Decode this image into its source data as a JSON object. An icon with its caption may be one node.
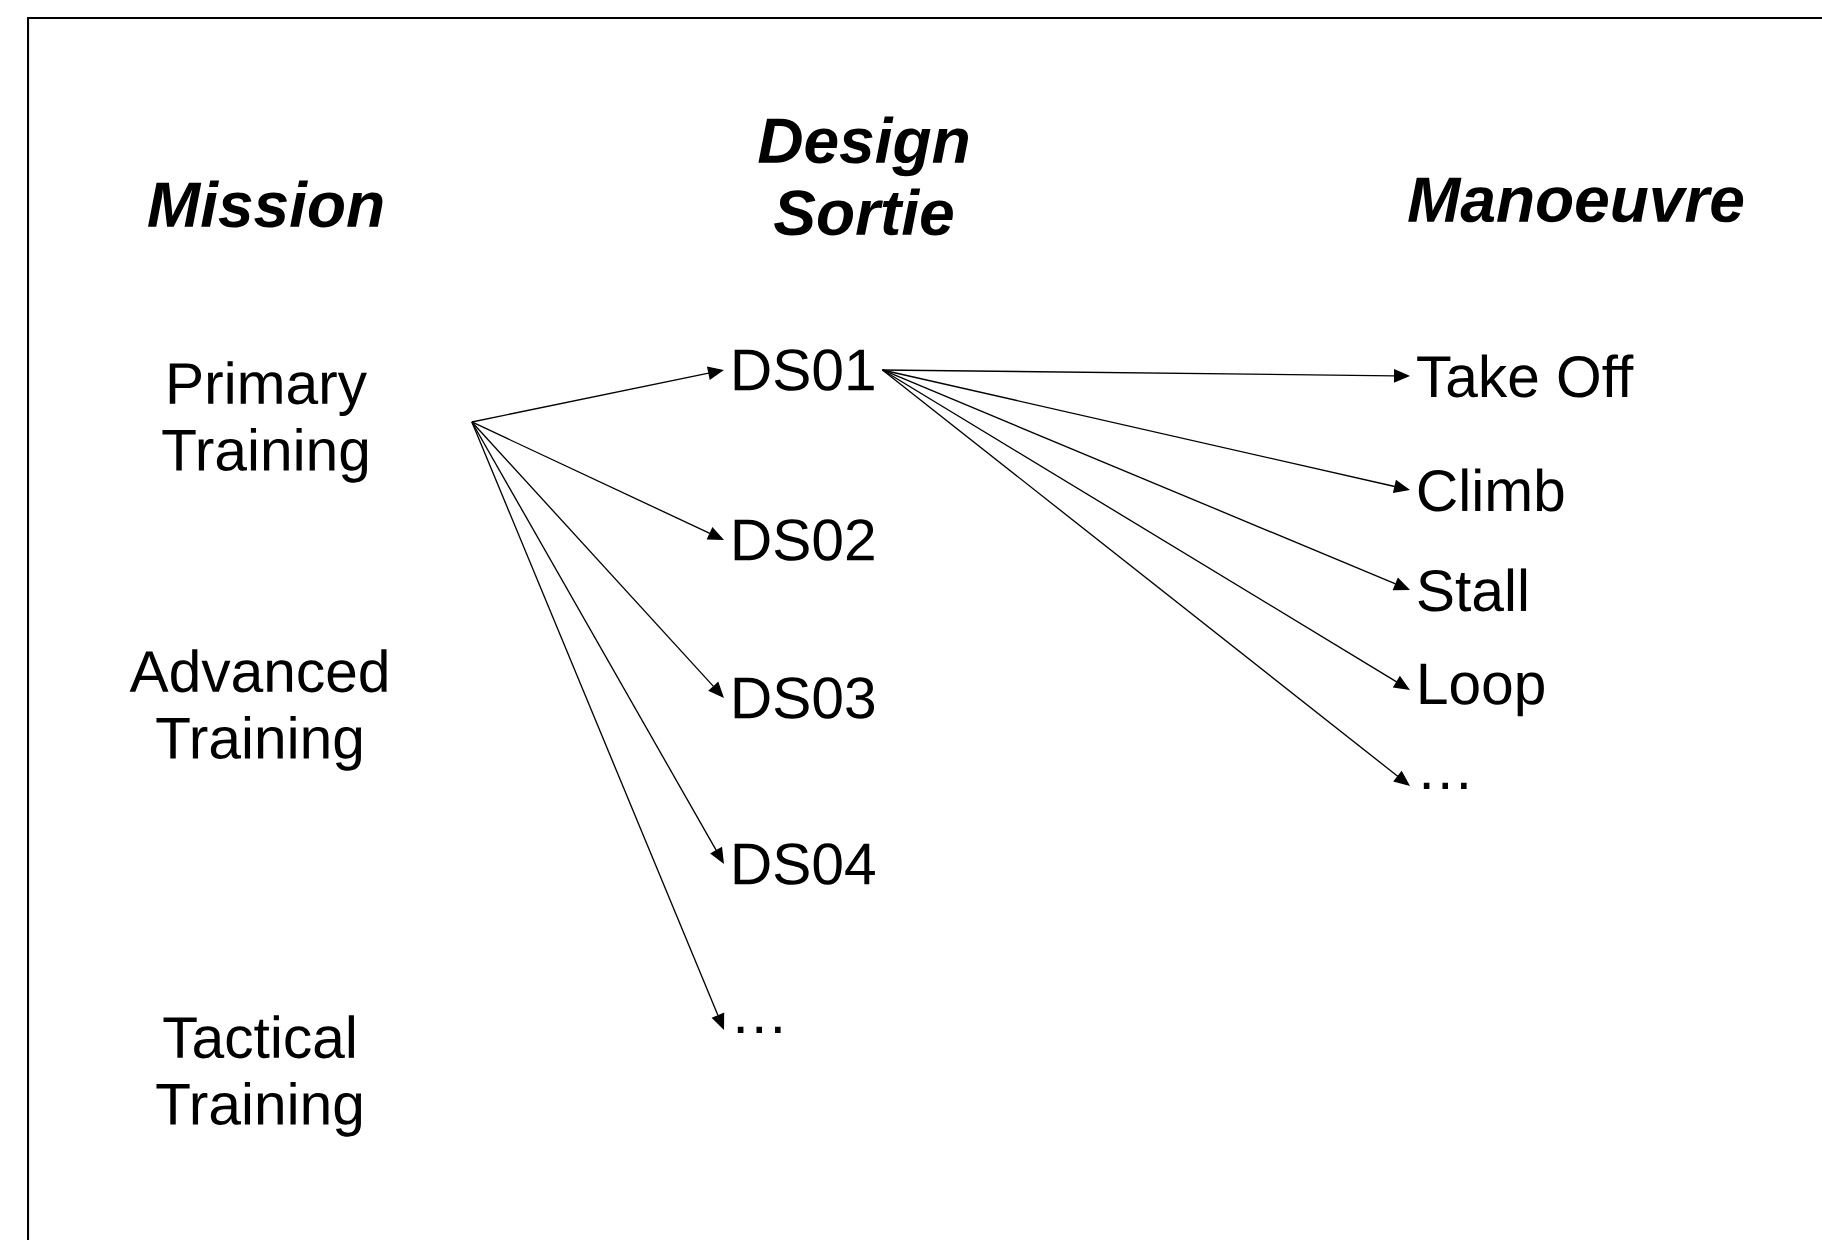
{
  "diagram": {
    "nodes": [
      {
        "text": [
          "Primary Training"
        ]
      },
      {
        "text": [
          "Advanced Training"
        ]
      },
      {
        "text": [
          "Tactical Training"
        ]
      },
      {
        "text": [
          "DS01"
        ]
      },
      {
        "text": [
          "DS02"
        ]
      },
      {
        "text": [
          "DS03"
        ]
      },
      {
        "text": [
          "DS04"
        ]
      },
      {
        "text": [
          "…"
        ]
      },
      {
        "text": [
          "Take Off"
        ]
      },
      {
        "text": [
          "Climb"
        ]
      },
      {
        "text": [
          "Stall"
        ]
      },
      {
        "text": [
          "Loop"
        ]
      },
      {
        "text": [
          "…"
        ]
      }
    ],
    "edges": [
      {
        "from": 0,
        "to": 3,
        "arrow": "to"
      },
      {
        "from": 0,
        "to": 4,
        "arrow": "to"
      },
      {
        "from": 0,
        "to": 5,
        "arrow": "to"
      },
      {
        "from": 0,
        "to": 6,
        "arrow": "to"
      },
      {
        "from": 0,
        "to": 7,
        "arrow": "to"
      },
      {
        "from": 3,
        "to": 8,
        "arrow": "to"
      },
      {
        "from": 3,
        "to": 9,
        "arrow": "to"
      },
      {
        "from": 3,
        "to": 10,
        "arrow": "to"
      },
      {
        "from": 3,
        "to": 11,
        "arrow": "to"
      },
      {
        "from": 3,
        "to": 12,
        "arrow": "to"
      }
    ],
    "labels": [
      "Mission",
      "Design Sortie",
      "Manoeuvre"
    ]
  }
}
